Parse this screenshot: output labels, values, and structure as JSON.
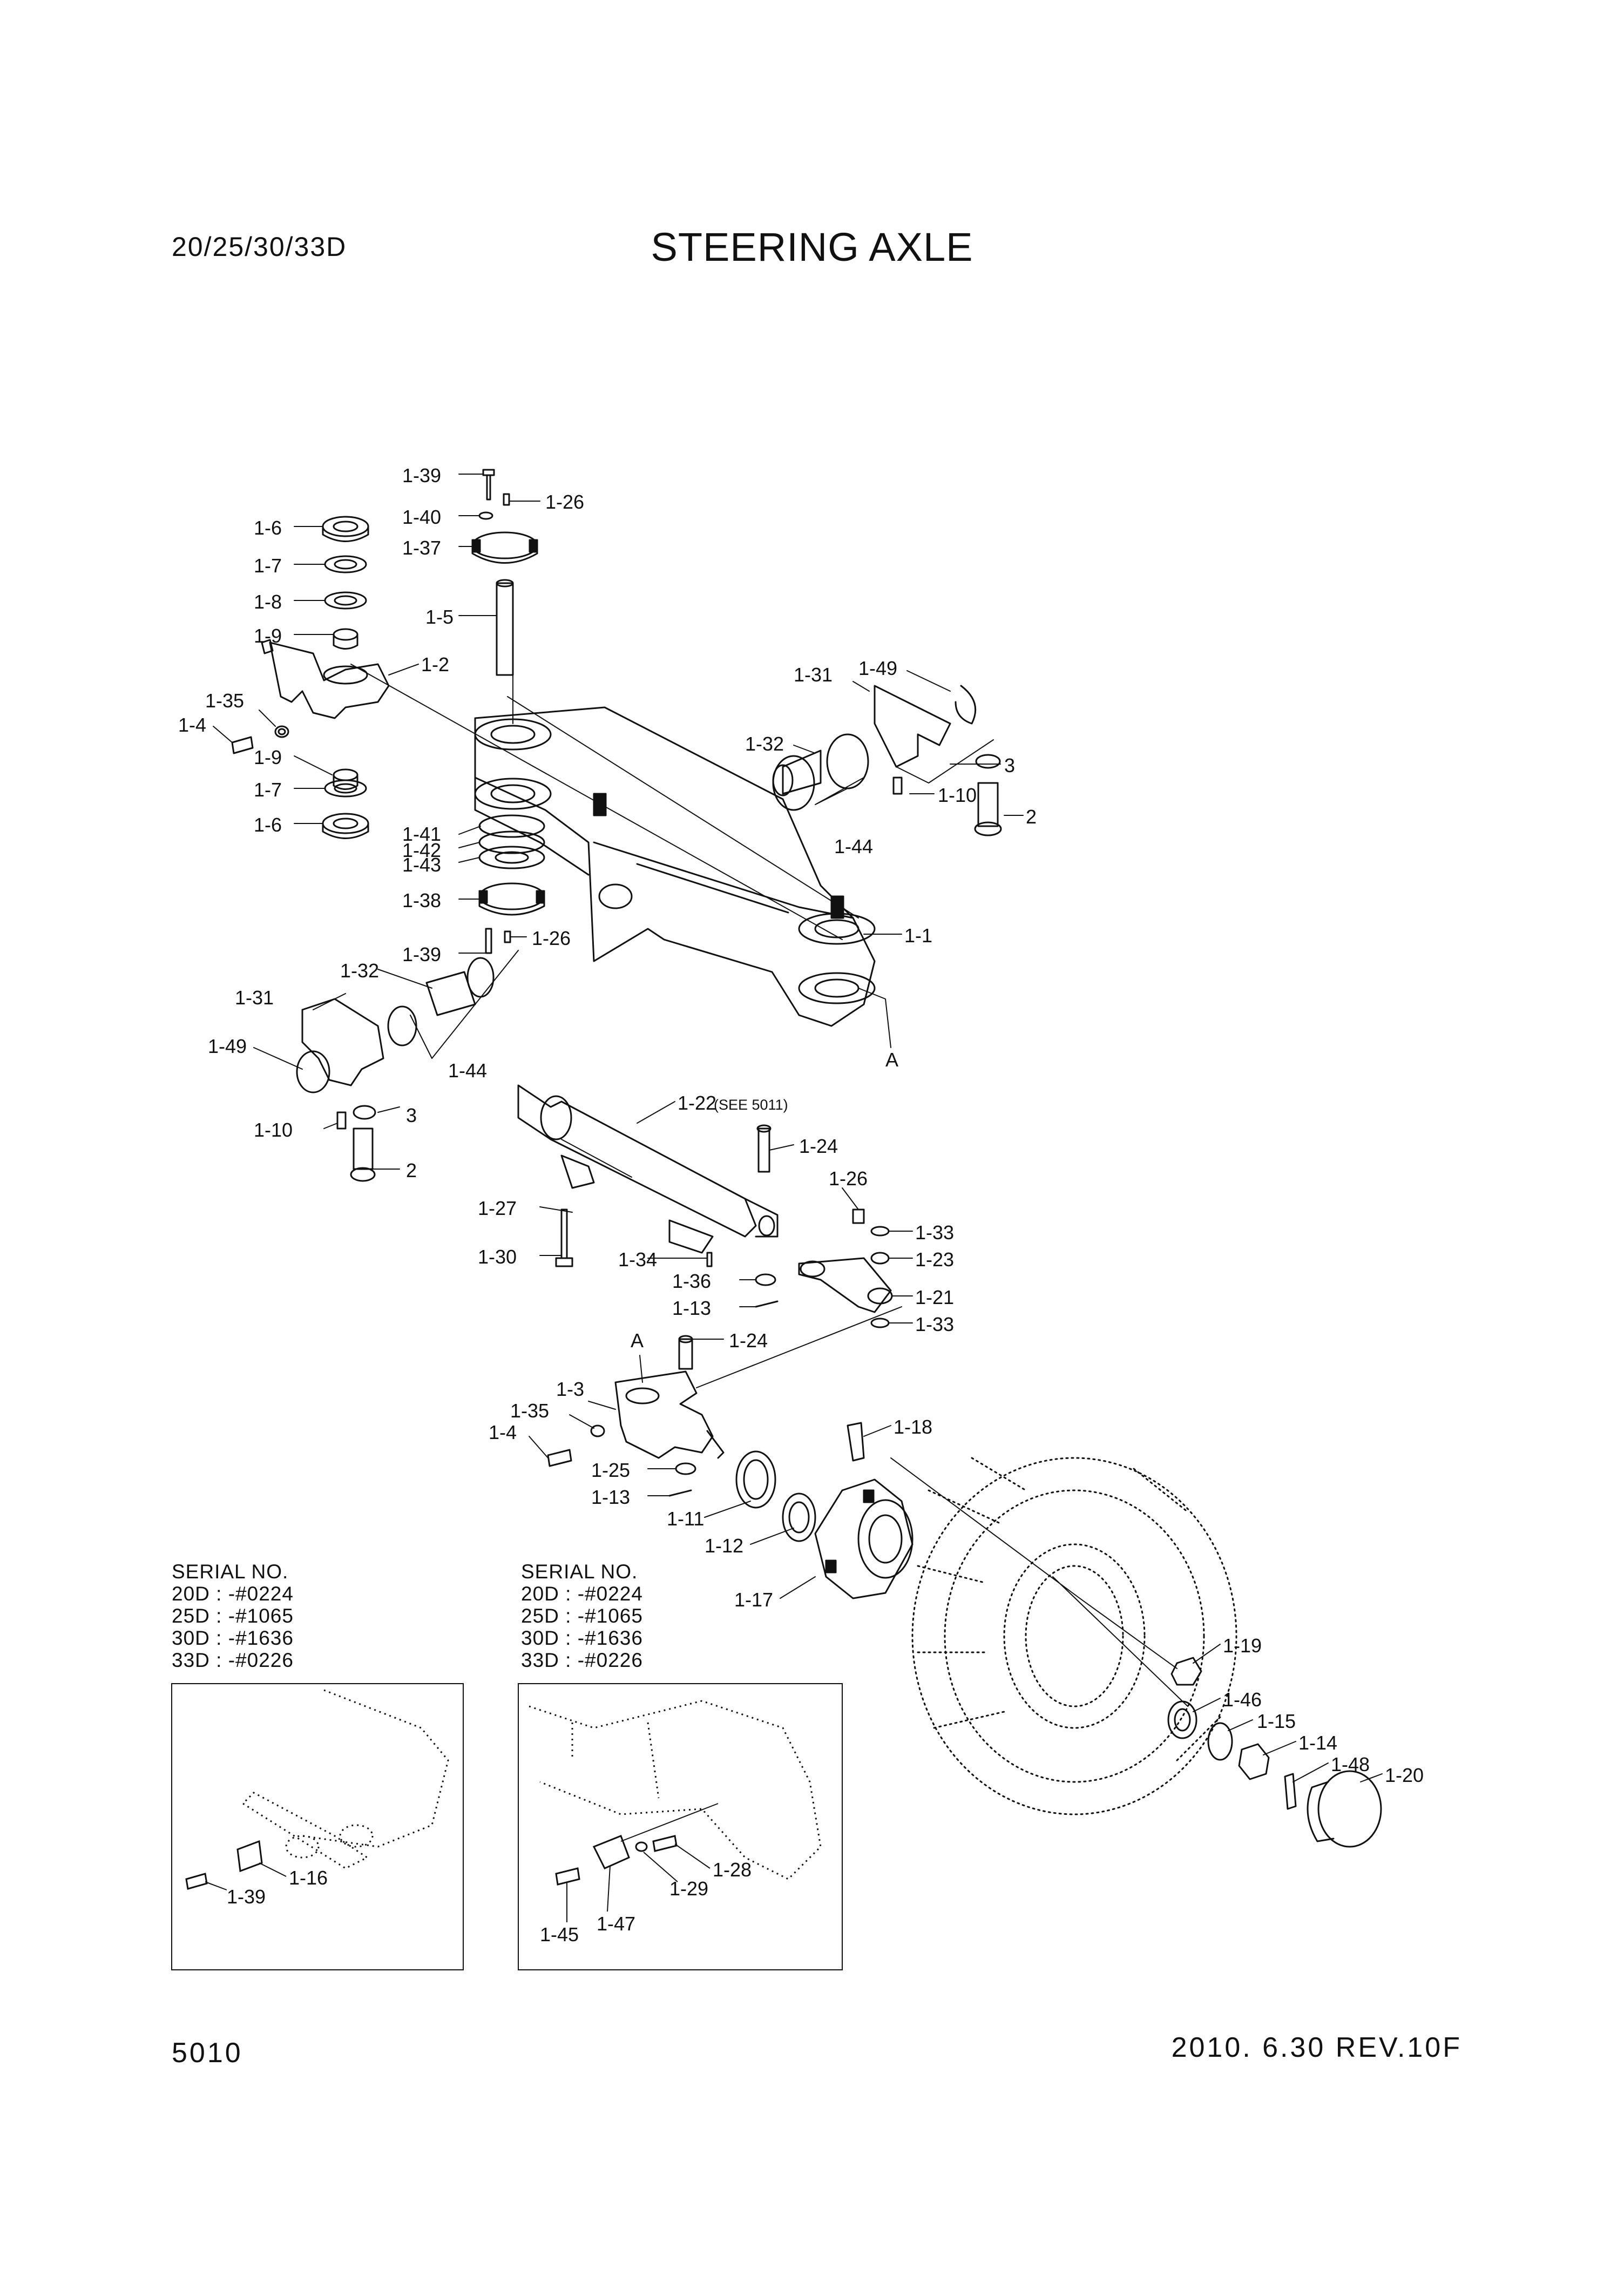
{
  "header": {
    "model": "20/25/30/33D",
    "title": "STEERING AXLE"
  },
  "footer": {
    "page_number": "5010",
    "revision": "2010. 6.30  REV.10F"
  },
  "serial_left": {
    "heading": "SERIAL NO.",
    "lines": [
      "20D : -#0224",
      "25D : -#1065",
      "30D : -#1636",
      "33D : -#0226"
    ]
  },
  "serial_right": {
    "heading": "SERIAL NO.",
    "lines": [
      "20D : -#0224",
      "25D : -#1065",
      "30D : -#1636",
      "33D : -#0226"
    ]
  },
  "callouts": [
    "1-39",
    "1-26",
    "1-40",
    "1-37",
    "1-6",
    "1-7",
    "1-8",
    "1-5",
    "1-9",
    "1-2",
    "1-35",
    "1-4",
    "1-9",
    "1-7",
    "1-6",
    "1-31",
    "1-49",
    "1-32",
    "3",
    "1-10",
    "2",
    "1-44",
    "1-41",
    "1-42",
    "1-43",
    "1-38",
    "1-26",
    "1-1",
    "1-39",
    "1-32",
    "A",
    "1-31",
    "1-44",
    "1-49",
    "3",
    "1-10",
    "2",
    "1-22",
    "(SEE 5011)",
    "1-24",
    "1-26",
    "1-27",
    "1-33",
    "1-23",
    "1-30",
    "1-34",
    "1-36",
    "1-21",
    "1-13",
    "1-33",
    "A",
    "1-24",
    "1-3",
    "1-35",
    "1-4",
    "1-18",
    "1-25",
    "1-13",
    "1-11",
    "1-12",
    "1-17",
    "1-19",
    "1-46",
    "1-15",
    "1-14",
    "1-48",
    "1-20",
    "1-16",
    "1-39",
    "1-28",
    "1-29",
    "1-45",
    "1-47"
  ]
}
